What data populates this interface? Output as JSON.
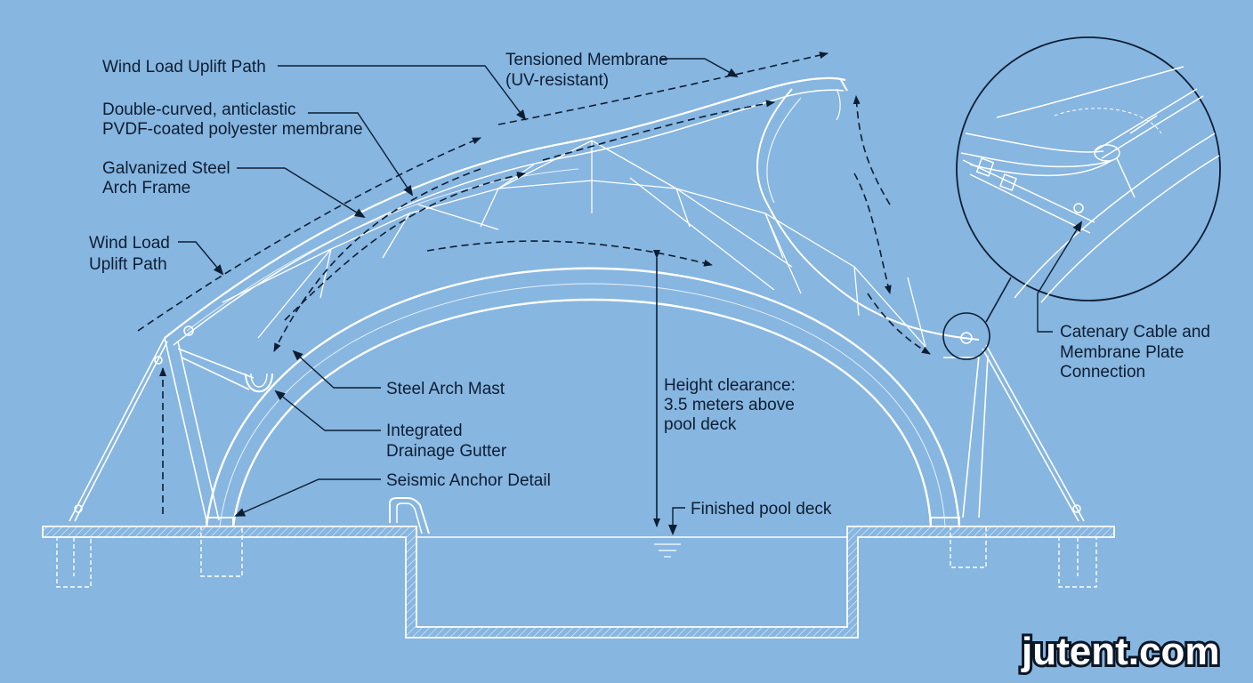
{
  "labels": {
    "wind_load_top": "Wind Load Uplift Path",
    "membrane_type_l1": "Double-curved, anticlastic",
    "membrane_type_l2": "PVDF-coated polyester membrane",
    "frame_l1": "Galvanized Steel",
    "frame_l2": "Arch Frame",
    "wind_load_left_l1": "Wind Load",
    "wind_load_left_l2": "Uplift Path",
    "tensioned_l1": "Tensioned Membrane",
    "tensioned_l2": "(UV-resistant)",
    "mast": "Steel Arch Mast",
    "gutter_l1": "Integrated",
    "gutter_l2": "Drainage Gutter",
    "anchor": "Seismic Anchor Detail",
    "height_l1": "Height clearance:",
    "height_l2": "3.5 meters above",
    "height_l3": "pool deck",
    "deck": "Finished pool deck",
    "cable_l1": "Catenary Cable and",
    "cable_l2": "Membrane Plate",
    "cable_l3": "Connection"
  },
  "watermark": "jutent.com",
  "colors": {
    "background": "#87b6e0",
    "linework": "#ffffff",
    "text": "#0d1e33"
  }
}
